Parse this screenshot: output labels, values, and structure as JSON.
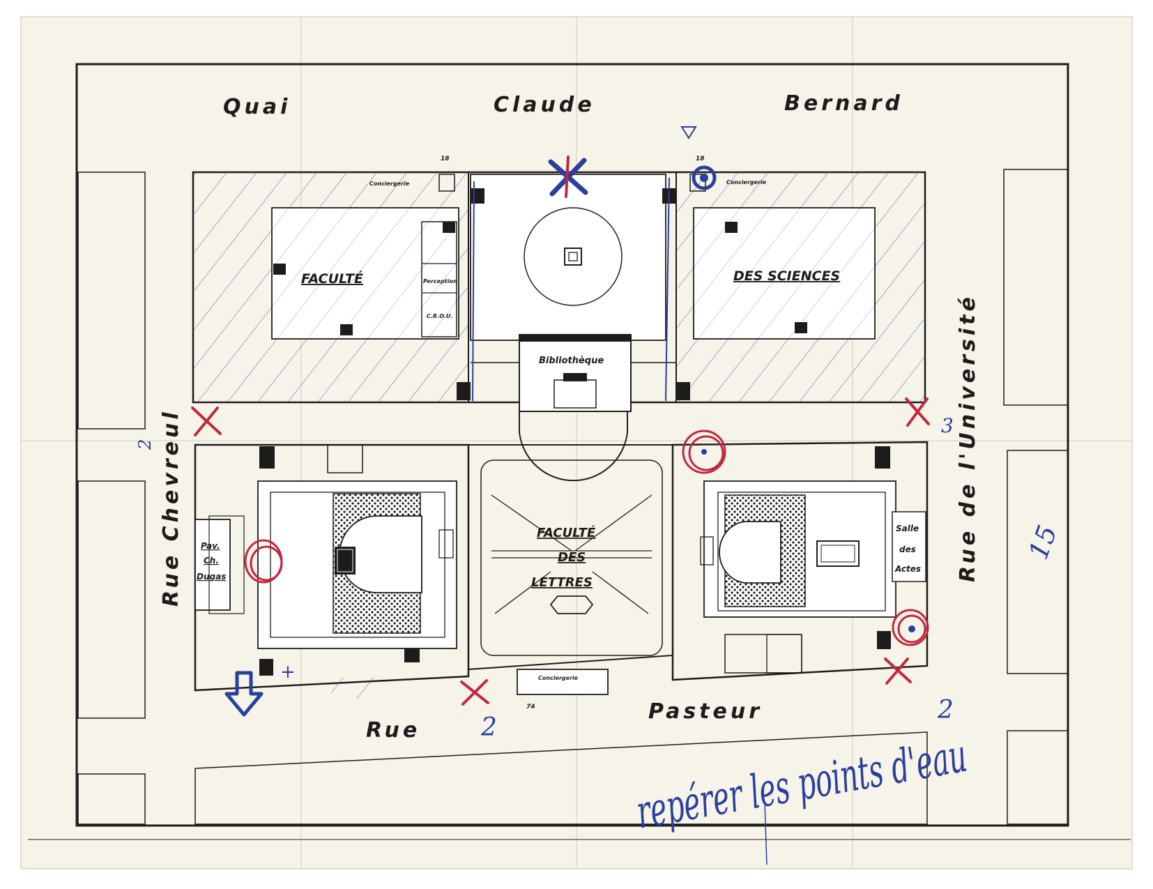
{
  "streets": {
    "north": [
      "Quai",
      "Claude",
      "Bernard"
    ],
    "west": "Rue Chevreul",
    "east": "Rue de l'Université",
    "south": [
      "Rue",
      "Pasteur"
    ]
  },
  "faculties": {
    "sciences_left": "FACULTÉ",
    "sciences_right": "DES SCIENCES",
    "lettres": [
      "FACULTÉ",
      "DES",
      "LETTRES"
    ]
  },
  "rooms": {
    "bibliotheque": "Bibliothèque",
    "conciergerie_nw": "Conciergerie",
    "conciergerie_ne": "Conciergerie",
    "conciergerie_s": "Conciergerie",
    "perception": "Perception",
    "crou": "C.R.O.U.",
    "pavillon": [
      "Pav.",
      "Ch.",
      "Dugas"
    ],
    "salle_des_actes": [
      "Salle",
      "des",
      "Actes"
    ]
  },
  "numbers": {
    "north_gate_left": "18",
    "north_gate_right": "18",
    "south_gate": "74"
  },
  "handwriting": {
    "note": "repérer les points d'eau",
    "page_number": "15",
    "mark_2_south": "2",
    "mark_2_southeast": "2",
    "mark_3_east": "3",
    "mark_2_west": "2",
    "mark_1_southwest": "+"
  },
  "colors": {
    "paper": "#f6f3e9",
    "ink": "#1e1c1a",
    "pen_blue": "#2a3f9a",
    "pen_red": "#c0283f"
  }
}
